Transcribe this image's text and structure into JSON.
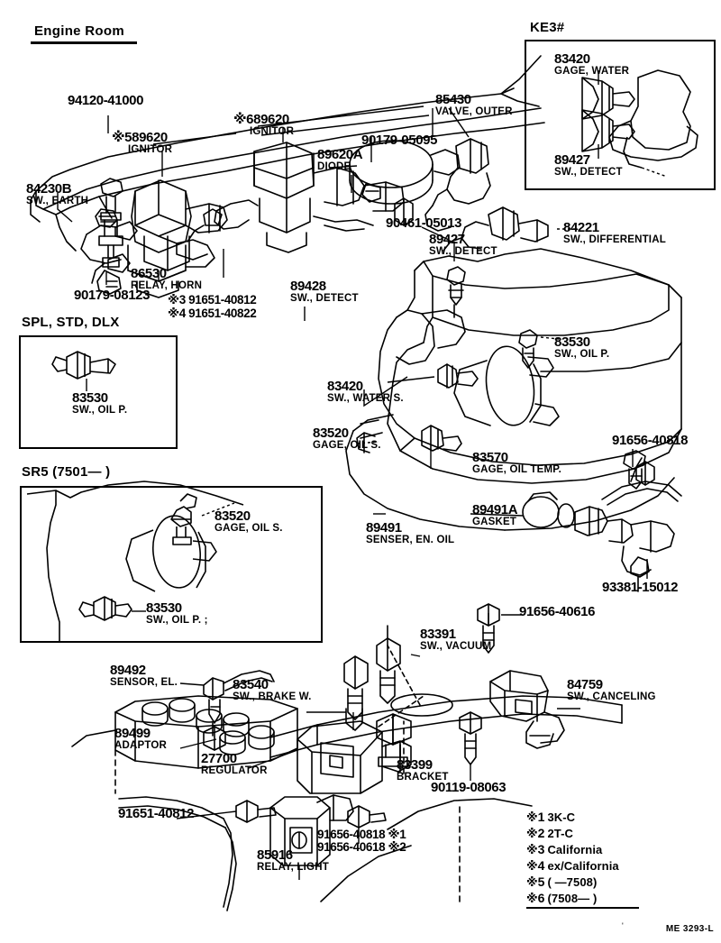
{
  "sheet": {
    "title": "Engine Room",
    "footer_code": "ME 3293-L"
  },
  "insets": [
    {
      "id": "ke3",
      "label": "KE3#"
    },
    {
      "id": "spl",
      "label": "SPL, STD, DLX"
    },
    {
      "id": "sr5",
      "label": "SR5 (7501—       )"
    }
  ],
  "parts": [
    {
      "num": "94120-41000",
      "desc": ""
    },
    {
      "num": "※589620",
      "desc": "IGNITOR"
    },
    {
      "num": "※689620",
      "desc": "IGNITOR"
    },
    {
      "num": "84230B",
      "desc": "SW., EARTH"
    },
    {
      "num": "85430",
      "desc": "VALVE, OUTER"
    },
    {
      "num": "90179-05095",
      "desc": ""
    },
    {
      "num": "89620A",
      "desc": "DIODE"
    },
    {
      "num": "90461-05013",
      "desc": ""
    },
    {
      "num": "84221",
      "desc": "SW., DIFFERENTIAL"
    },
    {
      "num": "89427",
      "desc": "SW., DETECT"
    },
    {
      "num": "86530",
      "desc": "RELAY, HORN"
    },
    {
      "num": "90179-08123",
      "desc": ""
    },
    {
      "num": "※3 91651-40812",
      "desc": ""
    },
    {
      "num": "※4 91651-40822",
      "desc": ""
    },
    {
      "num": "89428",
      "desc": "SW., DETECT"
    },
    {
      "num": "83530",
      "desc": "SW., OIL P."
    },
    {
      "num": "83420",
      "desc": "SW., WATER S."
    },
    {
      "num": "83520",
      "desc": "GAGE, OIL S."
    },
    {
      "num": "83570",
      "desc": "GAGE, OIL TEMP."
    },
    {
      "num": "91656-40818",
      "desc": ""
    },
    {
      "num": "89491",
      "desc": "SENSER, EN. OIL"
    },
    {
      "num": "89491A",
      "desc": "GASKET"
    },
    {
      "num": "93381-15012",
      "desc": ""
    },
    {
      "num": "91656-40616",
      "desc": ""
    },
    {
      "num": "83391",
      "desc": "SW., VACUUM"
    },
    {
      "num": "89492",
      "desc": "SENSOR, EL."
    },
    {
      "num": "83540",
      "desc": "SW., BRAKE W."
    },
    {
      "num": "84759",
      "desc": "SW., CANCELING"
    },
    {
      "num": "89499",
      "desc": "ADAPTOR"
    },
    {
      "num": "27700",
      "desc": "REGULATOR"
    },
    {
      "num": "83399",
      "desc": "BRACKET"
    },
    {
      "num": "90119-08063",
      "desc": ""
    },
    {
      "num": "91651-40812",
      "desc": ""
    },
    {
      "num": "85916",
      "desc": "RELAY, LIGHT"
    },
    {
      "num": "91656-40818 ※1",
      "desc": ""
    },
    {
      "num": "91656-40618 ※2",
      "desc": ""
    },
    {
      "num": "83420",
      "desc": "GAGE, WATER"
    },
    {
      "num": "89427",
      "desc": "SW., DETECT"
    },
    {
      "num": "83530",
      "desc": "SW., OIL P."
    },
    {
      "num": "83520",
      "desc": "GAGE, OIL S."
    },
    {
      "num": "83530",
      "desc": "SW., OIL P.  ;"
    }
  ],
  "callouts": {
    "c94120": {
      "num": "94120-41000",
      "desc": ""
    },
    "c89620_5": {
      "num": "※589620",
      "desc": "IGNITOR"
    },
    "c89620_6": {
      "num": "※689620",
      "desc": "IGNITOR"
    },
    "c84230B": {
      "num": "84230B",
      "desc": "SW., EARTH"
    },
    "c85430": {
      "num": "85430",
      "desc": "VALVE, OUTER"
    },
    "c90179a": {
      "num": "90179-05095",
      "desc": ""
    },
    "c89620A": {
      "num": "89620A",
      "desc": "DIODE"
    },
    "c90461": {
      "num": "90461-05013",
      "desc": ""
    },
    "c84221": {
      "num": "84221",
      "desc": "SW., DIFFERENTIAL"
    },
    "c89427a": {
      "num": "89427",
      "desc": "SW., DETECT"
    },
    "c86530": {
      "num": "86530",
      "desc": "RELAY, HORN"
    },
    "c90179b": {
      "num": "90179-08123",
      "desc": ""
    },
    "c91651a": {
      "num": "※3 91651-40812",
      "desc": ""
    },
    "c91651b": {
      "num": "※4 91651-40822",
      "desc": ""
    },
    "c89428": {
      "num": "89428",
      "desc": "SW., DETECT"
    },
    "c83530a": {
      "num": "83530",
      "desc": "SW., OIL P."
    },
    "c83420a": {
      "num": "83420",
      "desc": "SW., WATER S."
    },
    "c83520a": {
      "num": "83520",
      "desc": "GAGE, OIL S."
    },
    "c83570": {
      "num": "83570",
      "desc": "GAGE, OIL TEMP."
    },
    "c91656a": {
      "num": "91656-40818",
      "desc": ""
    },
    "c89491": {
      "num": "89491",
      "desc": "SENSER, EN. OIL"
    },
    "c89491A": {
      "num": "89491A",
      "desc": "GASKET"
    },
    "c93381": {
      "num": "93381-15012",
      "desc": ""
    },
    "c91656b": {
      "num": "91656-40616",
      "desc": ""
    },
    "c83391": {
      "num": "83391",
      "desc": "SW., VACUUM"
    },
    "c89492": {
      "num": "89492",
      "desc": "SENSOR, EL."
    },
    "c83540": {
      "num": "83540",
      "desc": "SW., BRAKE W."
    },
    "c84759": {
      "num": "84759",
      "desc": "SW., CANCELING"
    },
    "c89499": {
      "num": "89499",
      "desc": "ADAPTOR"
    },
    "c27700": {
      "num": "27700",
      "desc": "REGULATOR"
    },
    "c83399": {
      "num": "83399",
      "desc": "BRACKET"
    },
    "c90119": {
      "num": "90119-08063",
      "desc": ""
    },
    "c91651c": {
      "num": "91651-40812",
      "desc": ""
    },
    "c85916": {
      "num": "85916",
      "desc": "RELAY, LIGHT"
    },
    "c91656c": {
      "num": "91656-40818 ※1",
      "desc": ""
    },
    "c91656d": {
      "num": "91656-40618 ※2",
      "desc": ""
    },
    "k83420": {
      "num": "83420",
      "desc": "GAGE, WATER"
    },
    "k89427": {
      "num": "89427",
      "desc": "SW., DETECT"
    },
    "s83530": {
      "num": "83530",
      "desc": "SW., OIL P."
    },
    "r83520": {
      "num": "83520",
      "desc": "GAGE, OIL S."
    },
    "r83530": {
      "num": "83530",
      "desc": "SW., OIL P.  ;"
    }
  },
  "legend": [
    {
      "mark": "※",
      "index": "1",
      "text": "3K-C"
    },
    {
      "mark": "※",
      "index": "2",
      "text": "2T-C"
    },
    {
      "mark": "※",
      "index": "3",
      "text": "California"
    },
    {
      "mark": "※",
      "index": "4",
      "text": "ex/California"
    },
    {
      "mark": "※",
      "index": "5",
      "text": "(        —7508)"
    },
    {
      "mark": "※",
      "index": "6",
      "text": "(7508—        )"
    }
  ]
}
